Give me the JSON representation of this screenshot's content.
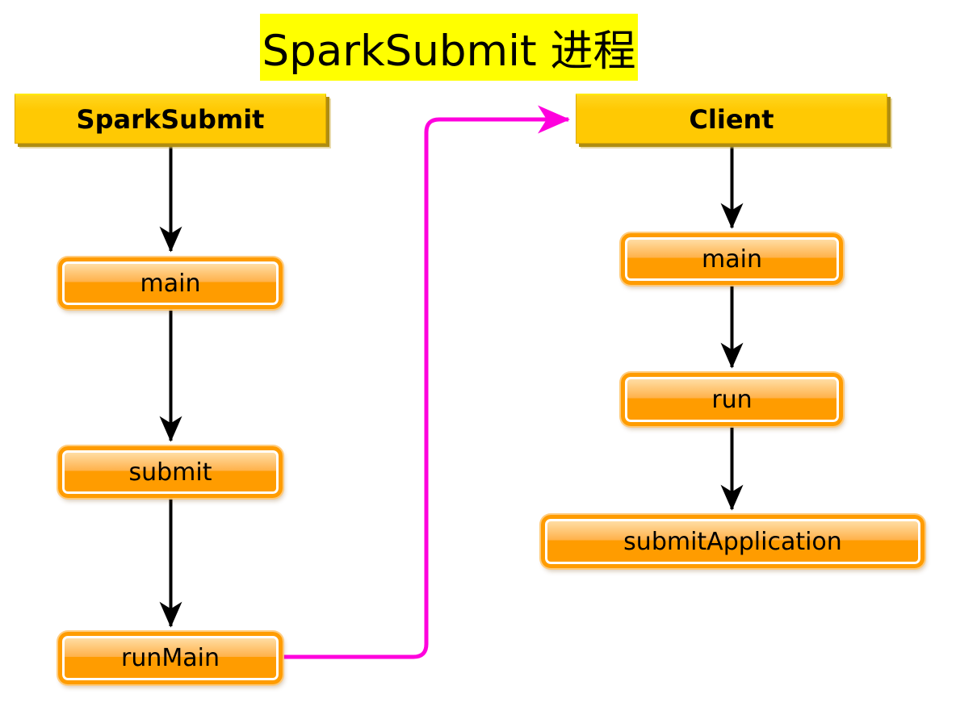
{
  "title": {
    "text": "SparkSubmit 进程"
  },
  "columns": [
    {
      "header": "SparkSubmit",
      "nodes": [
        "main",
        "submit",
        "runMain"
      ]
    },
    {
      "header": "Client",
      "nodes": [
        "main",
        "run",
        "submitApplication"
      ]
    }
  ],
  "cross_link": {
    "from": "runMain",
    "to": "Client"
  },
  "colors": {
    "title_highlight": "#ffff00",
    "class_box_fill": "#ffc903",
    "class_box_shadow": "#af8d11",
    "method_box_orange": "#ff9c00",
    "flow_arrow": "#000000",
    "cross_process_arrow": "#ff00dd"
  }
}
